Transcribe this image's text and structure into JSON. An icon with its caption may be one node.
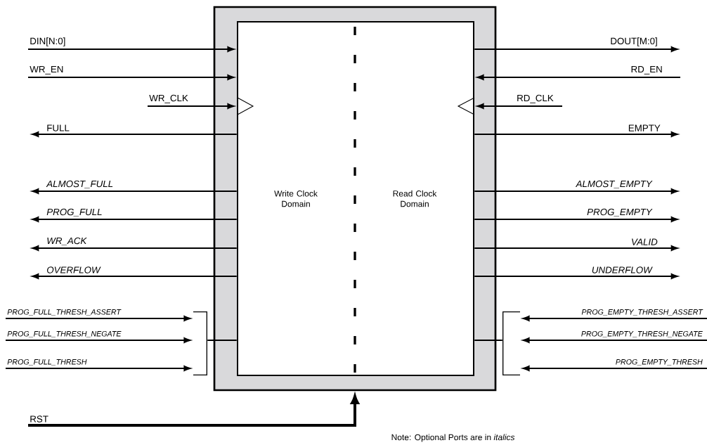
{
  "diagram": {
    "nodes": [
      {
        "text": [],
        "shape": "box"
      },
      {
        "text": [
          "Write Clock Domain"
        ],
        "in": 0
      },
      {
        "text": [
          "Read Clock Domain"
        ],
        "in": 0
      },
      {
        "text": [],
        "shape": "bracket"
      },
      {
        "text": [],
        "shape": "bracket"
      }
    ],
    "edges": [
      {
        "from": null,
        "to": 1,
        "arrow": "to",
        "label": "DIN[N:0]"
      },
      {
        "from": null,
        "to": 1,
        "arrow": "to",
        "label": "WR_EN"
      },
      {
        "from": null,
        "to": 1,
        "arrow": "to",
        "label": "WR_CLK"
      },
      {
        "from": 1,
        "to": null,
        "arrow": "to",
        "label": "FULL"
      },
      {
        "from": 1,
        "to": null,
        "arrow": "to",
        "label": "ALMOST_FULL"
      },
      {
        "from": 1,
        "to": null,
        "arrow": "to",
        "label": "PROG_FULL"
      },
      {
        "from": 1,
        "to": null,
        "arrow": "to",
        "label": "WR_ACK"
      },
      {
        "from": 1,
        "to": null,
        "arrow": "to",
        "label": "OVERFLOW"
      },
      {
        "from": 2,
        "to": null,
        "arrow": "to",
        "label": "DOUT[M:0]"
      },
      {
        "from": null,
        "to": 2,
        "arrow": "to",
        "label": "RD_EN"
      },
      {
        "from": null,
        "to": 2,
        "arrow": "to",
        "label": "RD_CLK"
      },
      {
        "from": 2,
        "to": null,
        "arrow": "to",
        "label": "EMPTY"
      },
      {
        "from": 2,
        "to": null,
        "arrow": "to",
        "label": "ALMOST_EMPTY"
      },
      {
        "from": 2,
        "to": null,
        "arrow": "to",
        "label": "PROG_EMPTY"
      },
      {
        "from": 2,
        "to": null,
        "arrow": "to",
        "label": "VALID"
      },
      {
        "from": 2,
        "to": null,
        "arrow": "to",
        "label": "UNDERFLOW"
      },
      {
        "from": null,
        "to": 3,
        "arrow": "to",
        "label": "PROG_FULL_THRESH_ASSERT"
      },
      {
        "from": null,
        "to": 3,
        "arrow": "to",
        "label": "PROG_FULL_THRESH_NEGATE"
      },
      {
        "from": null,
        "to": 3,
        "arrow": "to",
        "label": "PROG_FULL_THRESH"
      },
      {
        "from": 3,
        "to": 1,
        "arrow": "none"
      },
      {
        "from": null,
        "to": 4,
        "arrow": "to",
        "label": "PROG_EMPTY_THRESH_ASSERT"
      },
      {
        "from": null,
        "to": 4,
        "arrow": "to",
        "label": "PROG_EMPTY_THRESH_NEGATE"
      },
      {
        "from": null,
        "to": 4,
        "arrow": "to",
        "label": "PROG_EMPTY_THRESH"
      },
      {
        "from": 4,
        "to": 2,
        "arrow": "none"
      },
      {
        "from": null,
        "to": 0,
        "arrow": "to",
        "label": "RST",
        "style": "thick"
      }
    ],
    "labels": [
      "Note: Optional Ports are in *italics*"
    ]
  }
}
